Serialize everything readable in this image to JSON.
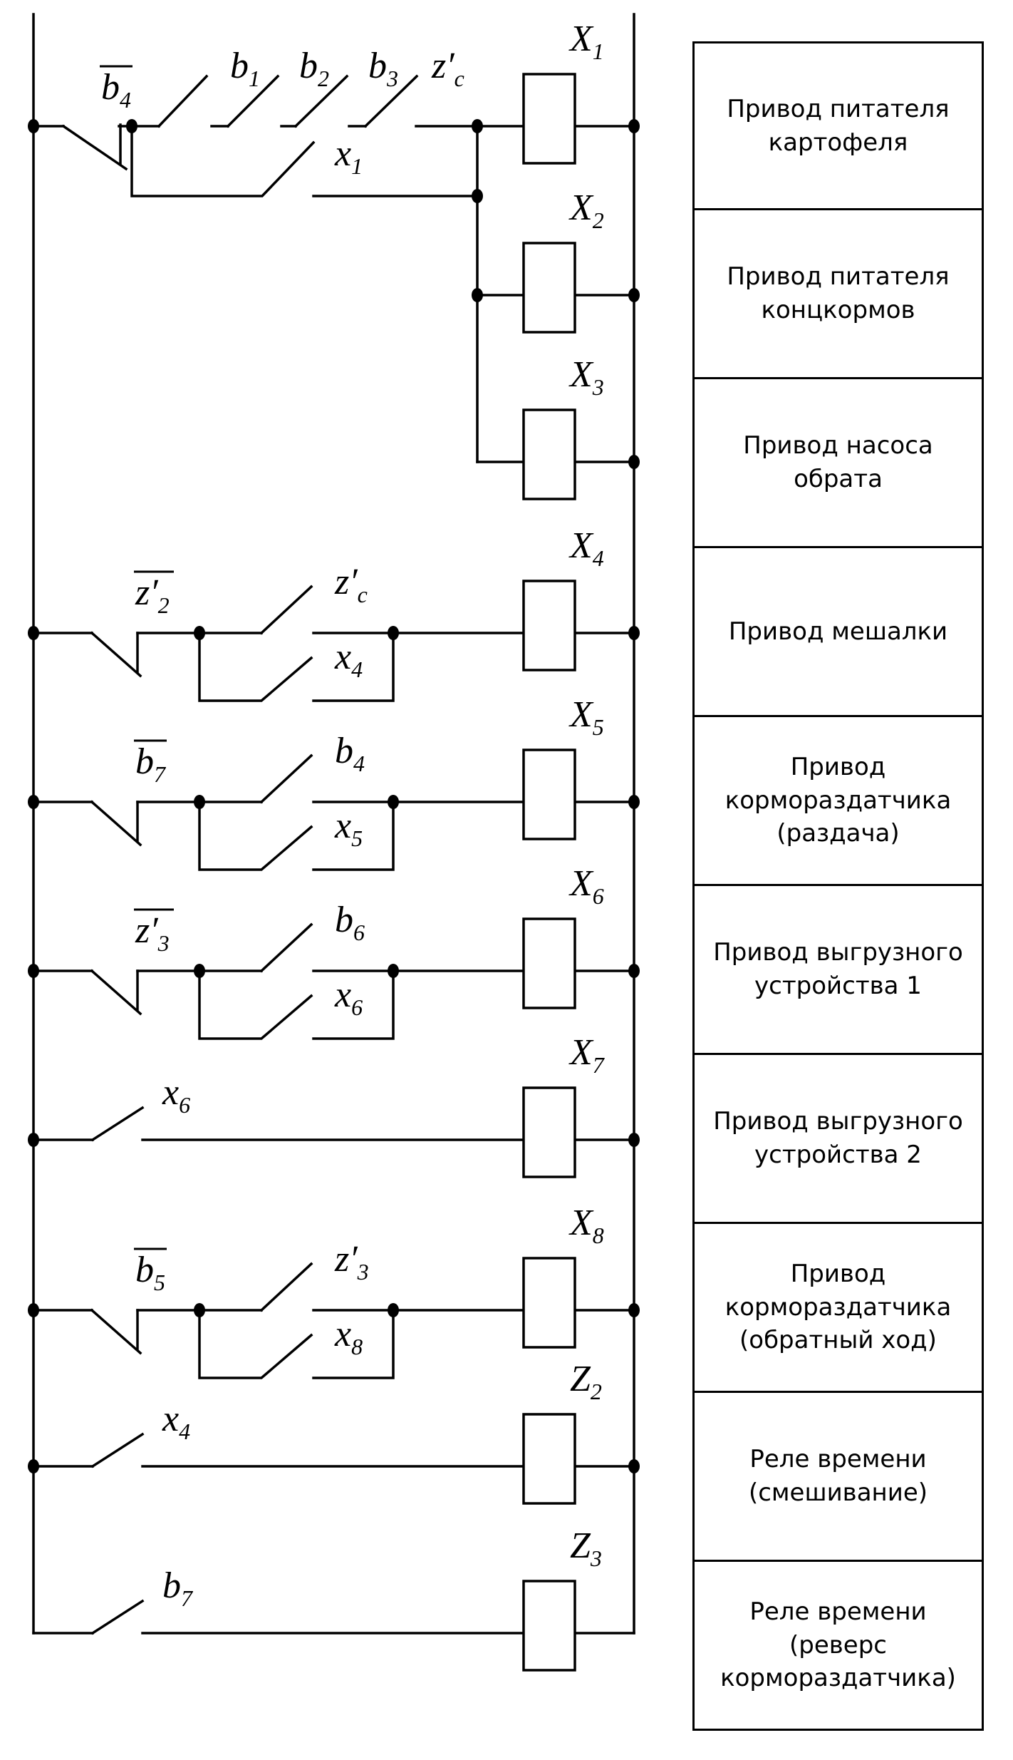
{
  "diagram": {
    "title": "Ladder control circuit of feed preparation line",
    "rungs": [
      {
        "coil": {
          "letter": "X",
          "index": "1"
        },
        "contacts": [
          {
            "type": "NC",
            "letter": "b",
            "index": "4",
            "overline": true
          },
          {
            "type": "NO",
            "letter": "b",
            "index": "1"
          },
          {
            "type": "NO",
            "letter": "b",
            "index": "2"
          },
          {
            "type": "NO",
            "letter": "b",
            "index": "3"
          },
          {
            "type": "NO",
            "letter": "z′",
            "index": "c"
          }
        ],
        "self_hold": {
          "type": "NO",
          "letter": "x",
          "index": "1"
        }
      },
      {
        "coil": {
          "letter": "X",
          "index": "2"
        },
        "parallel_with": "X1"
      },
      {
        "coil": {
          "letter": "X",
          "index": "3"
        },
        "parallel_with": "X1"
      },
      {
        "coil": {
          "letter": "X",
          "index": "4"
        },
        "contacts": [
          {
            "type": "NC",
            "letter": "z′",
            "index": "2",
            "overline": true
          },
          {
            "type": "NO",
            "letter": "z′",
            "index": "c"
          }
        ],
        "self_hold": {
          "type": "NO",
          "letter": "x",
          "index": "4"
        }
      },
      {
        "coil": {
          "letter": "X",
          "index": "5"
        },
        "contacts": [
          {
            "type": "NC",
            "letter": "b",
            "index": "7",
            "overline": true
          },
          {
            "type": "NO",
            "letter": "b",
            "index": "4"
          }
        ],
        "self_hold": {
          "type": "NO",
          "letter": "x",
          "index": "5"
        }
      },
      {
        "coil": {
          "letter": "X",
          "index": "6"
        },
        "contacts": [
          {
            "type": "NC",
            "letter": "z′",
            "index": "3",
            "overline": true
          },
          {
            "type": "NO",
            "letter": "b",
            "index": "6"
          }
        ],
        "self_hold": {
          "type": "NO",
          "letter": "x",
          "index": "6"
        }
      },
      {
        "coil": {
          "letter": "X",
          "index": "7"
        },
        "contacts": [
          {
            "type": "NO",
            "letter": "x",
            "index": "6"
          }
        ]
      },
      {
        "coil": {
          "letter": "X",
          "index": "8"
        },
        "contacts": [
          {
            "type": "NC",
            "letter": "b",
            "index": "5",
            "overline": true
          },
          {
            "type": "NO",
            "letter": "z′",
            "index": "3"
          }
        ],
        "self_hold": {
          "type": "NO",
          "letter": "x",
          "index": "8"
        }
      },
      {
        "coil": {
          "letter": "Z",
          "index": "2"
        },
        "contacts": [
          {
            "type": "NO",
            "letter": "x",
            "index": "4"
          }
        ]
      },
      {
        "coil": {
          "letter": "Z",
          "index": "3"
        },
        "contacts": [
          {
            "type": "NO",
            "letter": "b",
            "index": "7"
          }
        ]
      }
    ]
  },
  "legend": [
    "Привод питателя\nкартофеля",
    "Привод питателя\nконцкормов",
    "Привод насоса\nобрата",
    "Привод мешалки",
    "Привод\nкормораздатчика\n(раздача)",
    "Привод выгрузного\nустройства 1",
    "Привод выгрузного\nустройства 2",
    "Привод\nкормораздатчика\n(обратный ход)",
    "Реле времени\n(смешивание)",
    "Реле времени\n(реверс\nкормораздатчика)"
  ]
}
